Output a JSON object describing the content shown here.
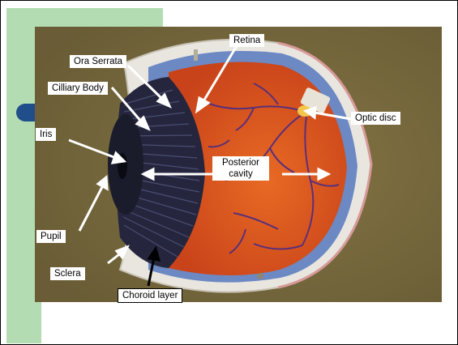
{
  "labels": {
    "retina": "Retina",
    "ora_serrata": "Ora Serrata",
    "cilliary_body": "Cilliary Body",
    "iris": "Iris",
    "optic_disc": "Optic disc",
    "posterior_cavity_line1": "Posterior",
    "posterior_cavity_line2": "cavity",
    "pupil": "Pupil",
    "sclera": "Sclera",
    "choroid_layer": "Choroid layer"
  },
  "colors": {
    "slide_accent_green": "#b3dcb2",
    "slide_accent_blue": "#1f4e8a",
    "background_table": "#7a6c3e",
    "sclera": "#e9e6df",
    "choroid_blue": "#6c89c4",
    "retina_orange": "#e0531b",
    "ciliary_dark": "#25263d",
    "vessels": "#5a2f7a"
  }
}
